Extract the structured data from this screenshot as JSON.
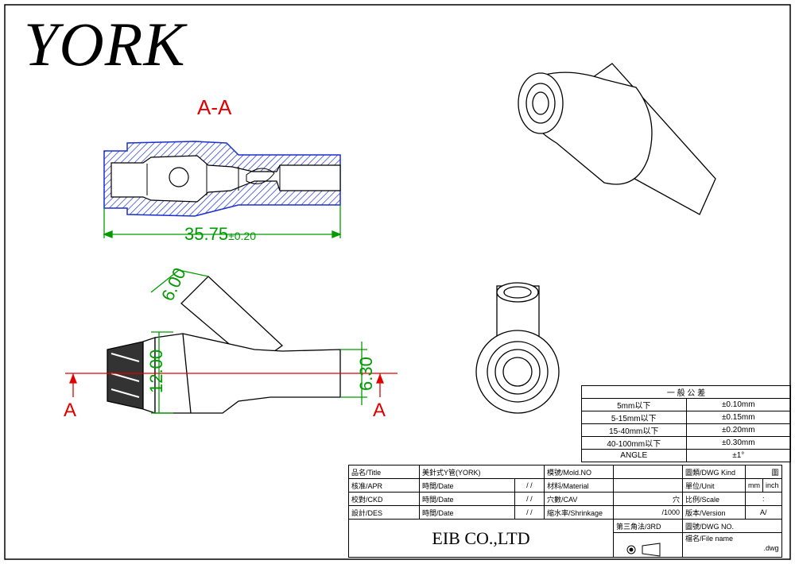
{
  "brand": "YORK",
  "section_label": "A-A",
  "cut_marker": "A",
  "dimensions": {
    "overall_length": "35.75",
    "overall_tolerance": "±0.20",
    "branch_diameter": "6.00",
    "body_diameter": "12.00",
    "outlet_diameter": "6.30"
  },
  "tolerance_table": {
    "header": "一 般 公 差",
    "rows": [
      {
        "range": "5mm以下",
        "value": "±0.10mm"
      },
      {
        "range": "5-15mm以下",
        "value": "±0.15mm"
      },
      {
        "range": "15-40mm以下",
        "value": "±0.20mm"
      },
      {
        "range": "40-100mm以下",
        "value": "±0.30mm"
      },
      {
        "range": "ANGLE",
        "value": "±1°"
      }
    ]
  },
  "title_block": {
    "title_label": "品名/Title",
    "title_value": "美針式Y管(YORK)",
    "apr_label": "核准/APR",
    "ckd_label": "校對/CKD",
    "des_label": "設計/DES",
    "date_label": "時間/Date",
    "date_value": "/ /",
    "mold_label": "模號/Mold.NO",
    "material_label": "材料/Material",
    "cav_label": "穴數/CAV",
    "cav_unit": "穴",
    "shrink_label": "縮水率/Shrinkage",
    "shrink_value": "/1000",
    "kind_label": "圖類/DWG Kind",
    "kind_value": "圖",
    "unit_label": "單位/Unit",
    "unit_mm": "mm",
    "unit_inch": "inch",
    "scale_label": "比例/Scale",
    "scale_value": ":",
    "version_label": "版本/Version",
    "version_value": "A/",
    "dwgno_label": "圖號/DWG NO.",
    "filename_label": "檔名/File name",
    "filename_ext": ".dwg",
    "projection_label": "第三角法/3RD",
    "company": "EIB CO.,LTD"
  }
}
